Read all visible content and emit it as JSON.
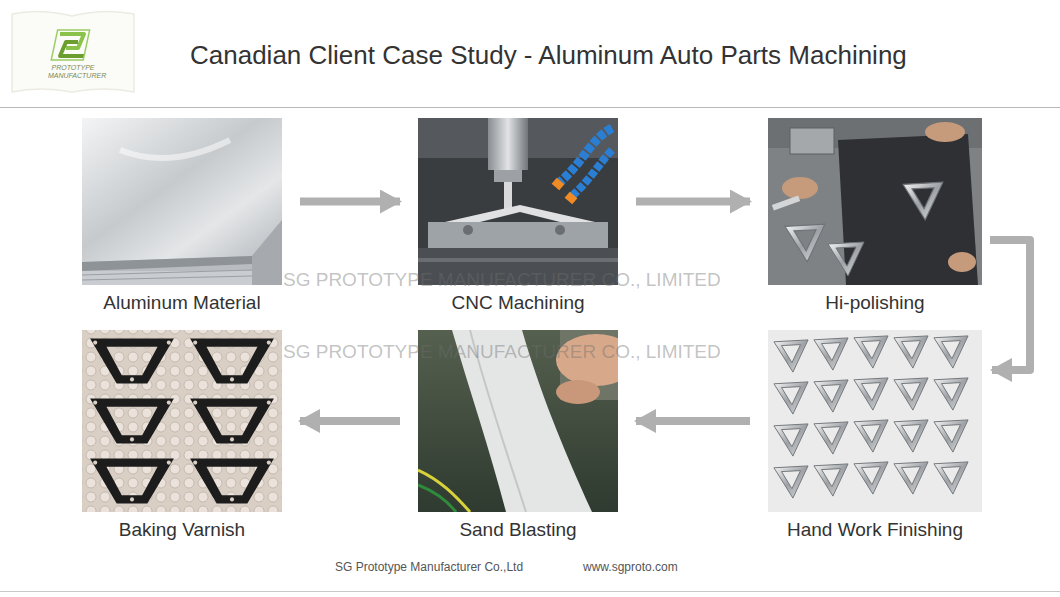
{
  "diagram": {
    "title": "Canadian Client Case Study - Aluminum Auto Parts Machining",
    "nodes": [
      {
        "text": [
          "Aluminum Material"
        ]
      },
      {
        "text": [
          "CNC Machining"
        ]
      },
      {
        "text": [
          "Hi-polishing"
        ]
      },
      {
        "text": [
          "Hand Work Finishing"
        ]
      },
      {
        "text": [
          "Sand Blasting"
        ]
      },
      {
        "text": [
          "Baking Varnish"
        ]
      }
    ],
    "edges": [
      {
        "from": 0,
        "to": 1,
        "arrow": "to"
      },
      {
        "from": 1,
        "to": 2,
        "arrow": "to"
      },
      {
        "from": 2,
        "to": 3,
        "arrow": "to"
      },
      {
        "from": 3,
        "to": 4,
        "arrow": "to"
      },
      {
        "from": 4,
        "to": 5,
        "arrow": "to"
      }
    ],
    "labels": [
      "PROTOTYPE MANUFACTURER",
      "SG PROTOTYPE MANUFACTURER CO., LIMITED",
      "SG PROTOTYPE MANUFACTURER CO., LIMITED",
      "SG Prototype Manufacturer Co.,Ltd",
      "www.sgproto.com"
    ]
  }
}
